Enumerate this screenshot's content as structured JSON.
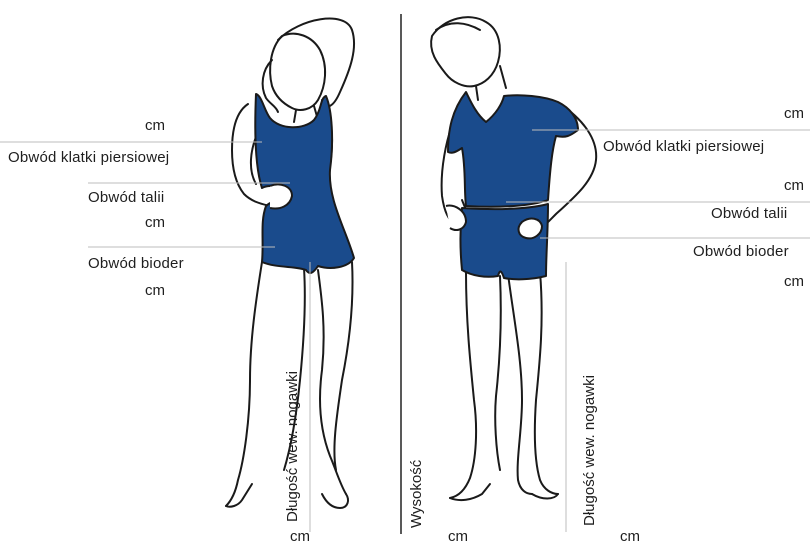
{
  "colors": {
    "garment": "#1a4b8c",
    "outline": "#1a1a1a",
    "guide_line": "#bdbdbd"
  },
  "female": {
    "chest_unit": "cm",
    "chest_label": "Obwód klatki piersiowej",
    "waist_label": "Obwód talii",
    "waist_unit": "cm",
    "hip_label": "Obwód bioder",
    "hip_unit": "cm",
    "inseam_label": "Długość wew. nogawki",
    "inseam_unit": "cm"
  },
  "male": {
    "chest_unit": "cm",
    "chest_label": "Obwód klatki piersiowej",
    "waist_unit": "cm",
    "waist_label": "Obwód talii",
    "hip_label": "Obwód bioder",
    "hip_unit": "cm",
    "height_label": "Wysokość",
    "height_unit": "cm",
    "inseam_label": "Długość wew. nogawki",
    "inseam_unit": "cm"
  }
}
